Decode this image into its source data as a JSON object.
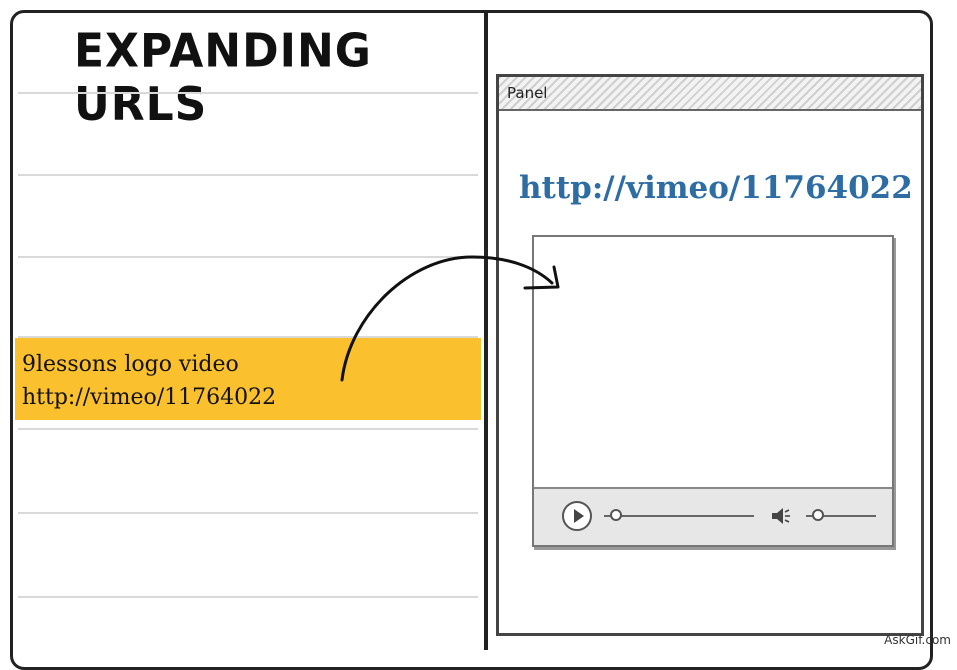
{
  "header": {
    "title": "EXPANDING URLS"
  },
  "list": {
    "highlighted_item": {
      "title": "9lessons logo video",
      "url": "http://vimeo/11764022"
    }
  },
  "panel": {
    "title": "Panel",
    "url": "http://vimeo/11764022"
  },
  "footer": {
    "watermark": "AskGif.com"
  },
  "colors": {
    "highlight": "#fbc02d",
    "link": "#2d6da3",
    "border": "#222222"
  },
  "icons": [
    "play-icon",
    "speaker-icon",
    "arrow-icon"
  ]
}
